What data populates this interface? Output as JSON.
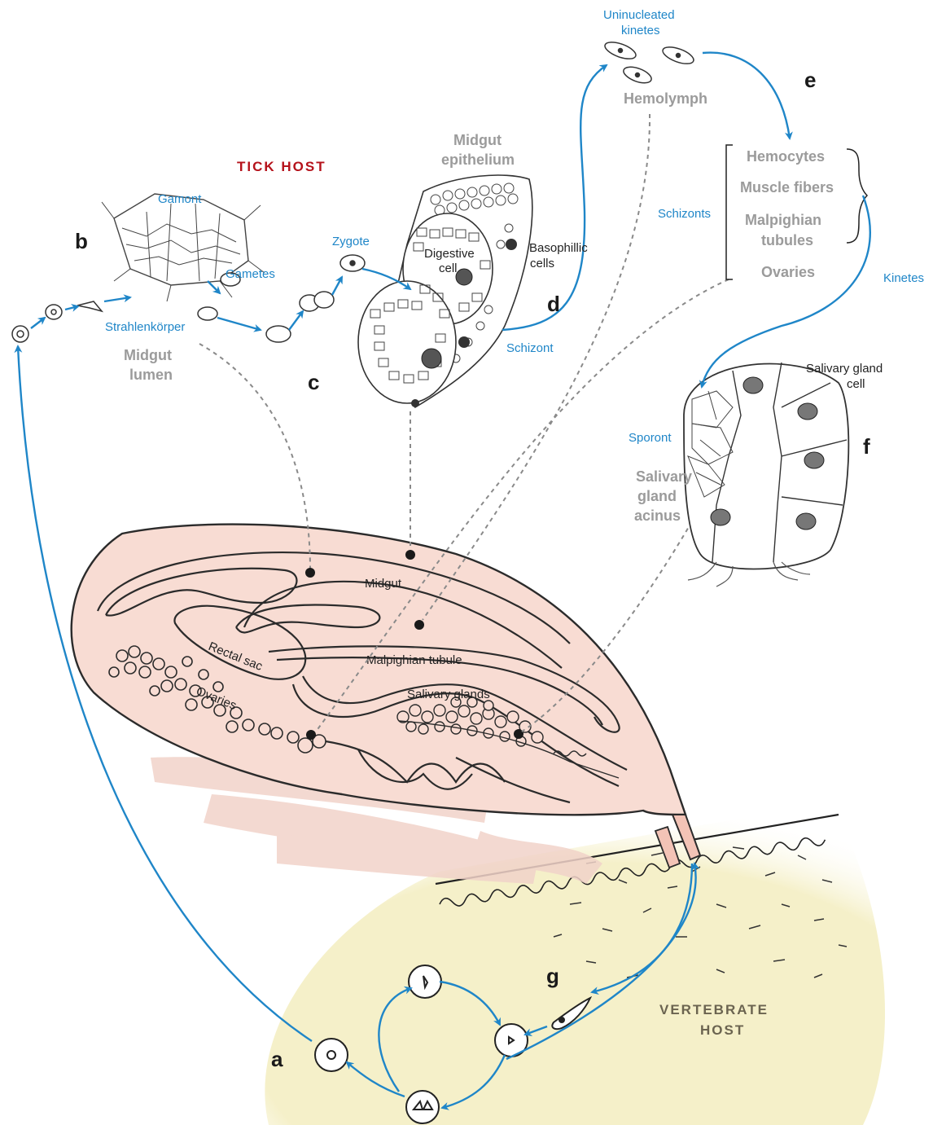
{
  "host_labels": {
    "tick": "TICK HOST",
    "vertebrate_line1": "VERTEBRATE",
    "vertebrate_line2": "HOST"
  },
  "panel_letters": {
    "a": "a",
    "b": "b",
    "c": "c",
    "d": "d",
    "e": "e",
    "f": "f",
    "g": "g"
  },
  "stage_labels": {
    "gamont": "Gamont",
    "gametes": "Gametes",
    "zygote": "Zygote",
    "strahlenkorper": "Strahlenkörper",
    "schizont": "Schizont",
    "uninucleated_line1": "Uninucleated",
    "uninucleated_line2": "kinetes",
    "schizonts": "Schizonts",
    "kinetes": "Kinetes",
    "sporont": "Sporont"
  },
  "tissue_labels": {
    "midgut_lumen_line1": "Midgut",
    "midgut_lumen_line2": "lumen",
    "midgut_epithelium_line1": "Midgut",
    "midgut_epithelium_line2": "epithelium",
    "hemolymph": "Hemolymph",
    "hemocytes": "Hemocytes",
    "muscle_fibers": "Muscle fibers",
    "malpighian_line1": "Malpighian",
    "malpighian_line2": "tubules",
    "ovaries": "Ovaries",
    "salivary_acinus_line1": "Salivary",
    "salivary_acinus_line2": "gland",
    "salivary_acinus_line3": "acinus"
  },
  "cell_labels": {
    "digestive_line1": "Digestive",
    "digestive_line2": "cell",
    "basophilic_line1": "Basophillic",
    "basophilic_line2": "cells",
    "salivary_cell_line1": "Salivary gland",
    "salivary_cell_line2": "cell"
  },
  "organ_labels": {
    "midgut": "Midgut",
    "rectal_sac": "Rectal sac",
    "malpighian_tubule": "Malpighian tubule",
    "ovaries": "Ovaries",
    "salivary_glands": "Salivary glands"
  },
  "colors": {
    "arrow_blue": "#1f86c8",
    "tick_title_red": "#b5121b",
    "tick_body_fill": "#f8dcd3",
    "vertebrate_fill": "#f5f0c9",
    "host_text": "#6b6450",
    "gray_label": "#9b9b9b"
  }
}
